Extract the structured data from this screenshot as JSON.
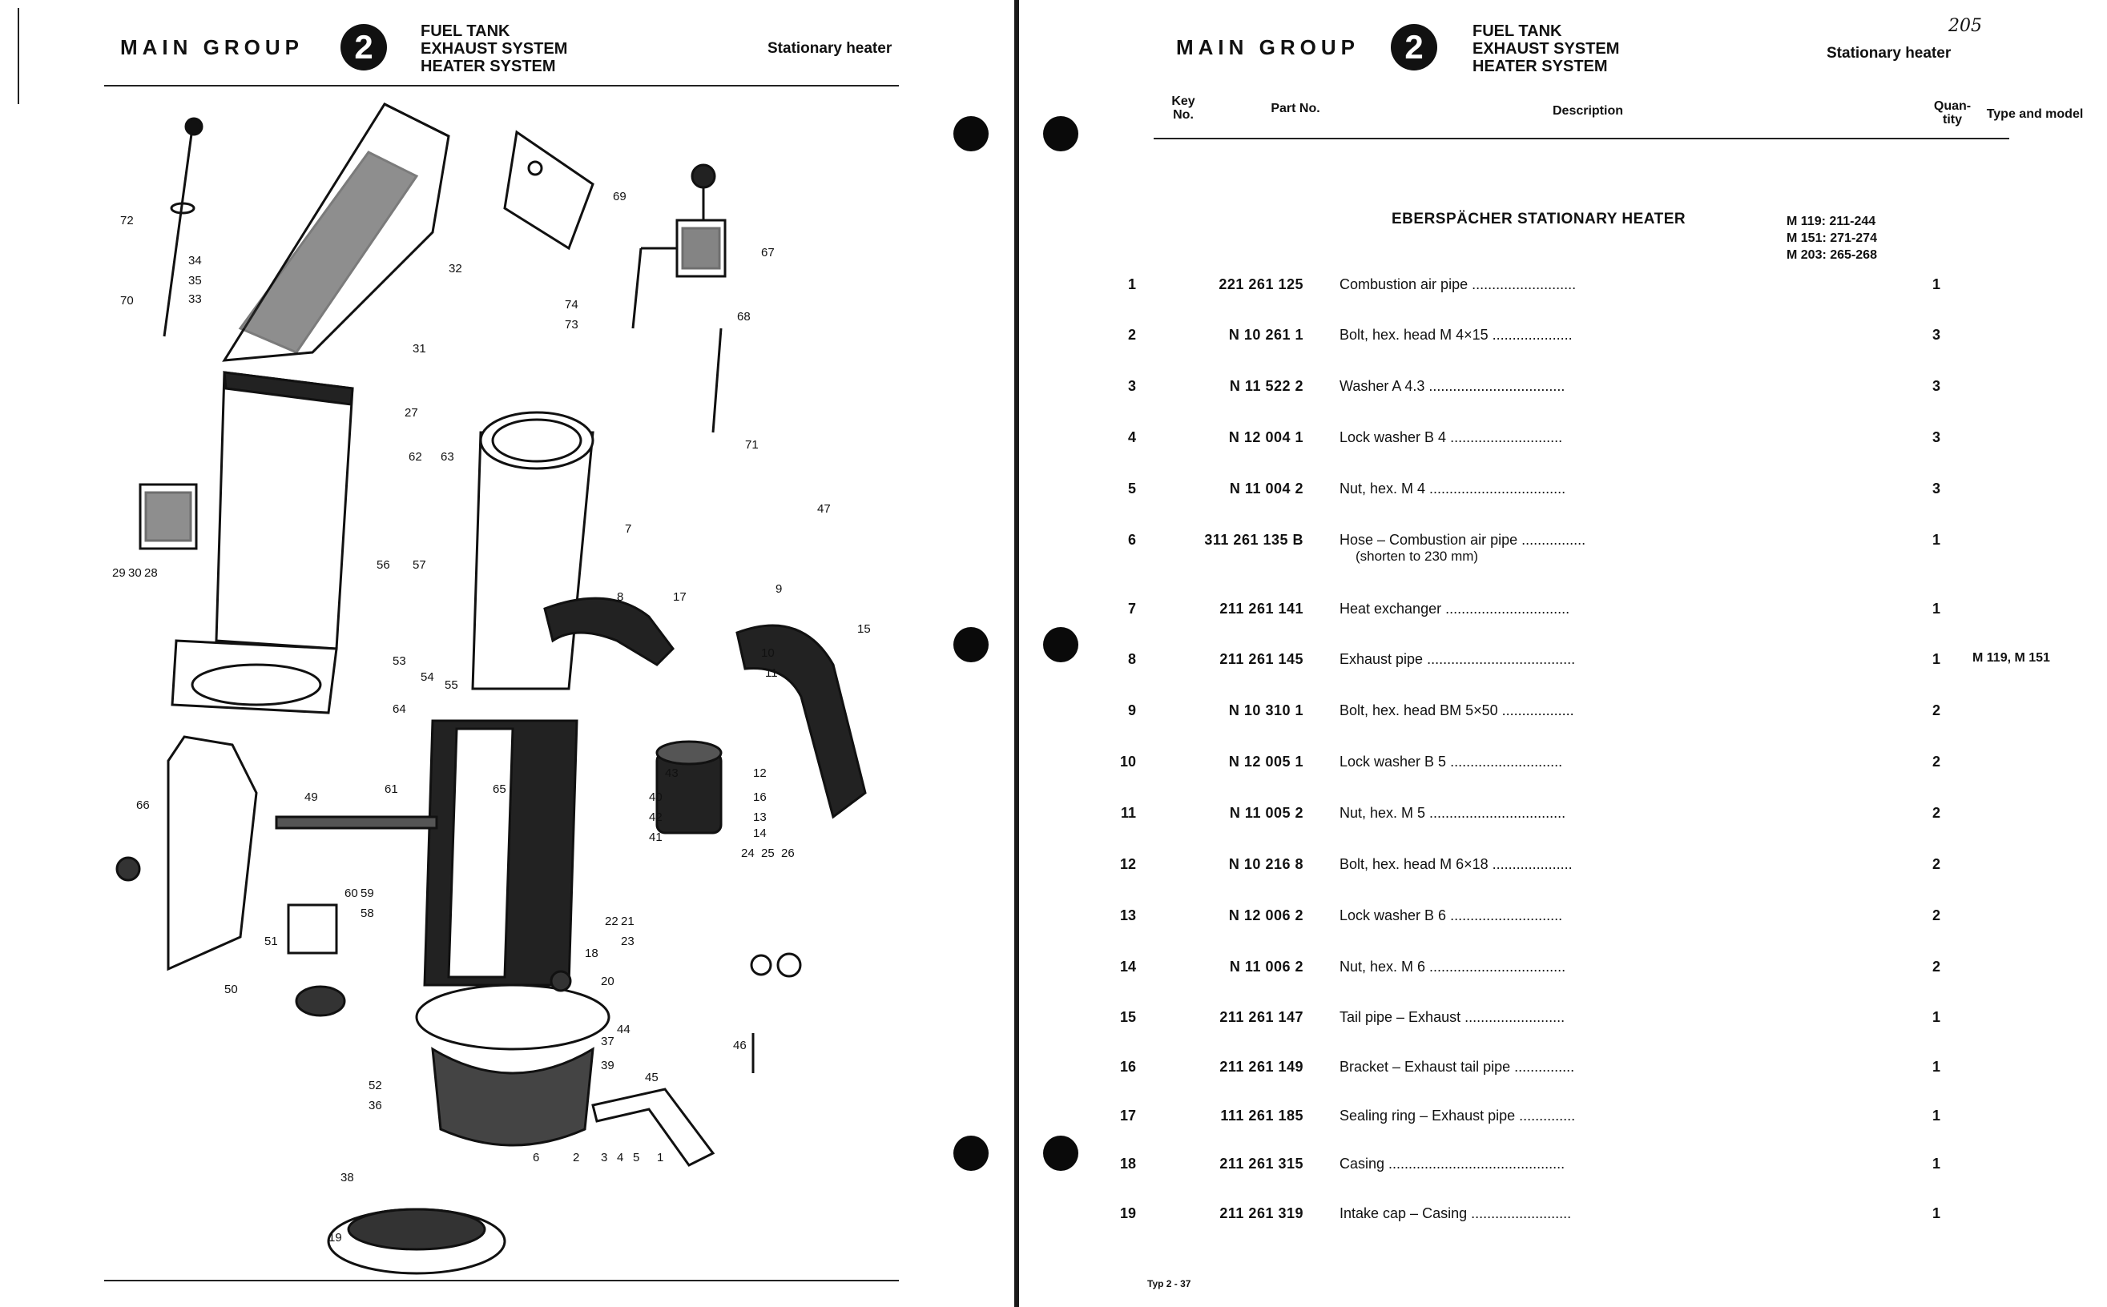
{
  "left_page": {
    "header": {
      "main_group": "MAIN GROUP",
      "group_number": "2",
      "systems": [
        "FUEL TANK",
        "EXHAUST SYSTEM",
        "HEATER SYSTEM"
      ],
      "subtitle": "Stationary heater"
    },
    "diagram_callouts": [
      "72",
      "70",
      "34",
      "35",
      "33",
      "32",
      "31",
      "27",
      "69",
      "67",
      "68",
      "73",
      "74",
      "71",
      "62",
      "63",
      "7",
      "47",
      "29",
      "30",
      "28",
      "56",
      "57",
      "8",
      "17",
      "9",
      "15",
      "53",
      "54",
      "55",
      "64",
      "65",
      "11",
      "10",
      "12",
      "16",
      "13",
      "14",
      "66",
      "49",
      "61",
      "43",
      "40",
      "42",
      "41",
      "24",
      "25",
      "26",
      "60",
      "59",
      "58",
      "22",
      "21",
      "23",
      "18",
      "20",
      "50",
      "51",
      "52",
      "44",
      "45",
      "46",
      "37",
      "39",
      "36",
      "6",
      "2",
      "3",
      "4",
      "5",
      "1",
      "38",
      "19"
    ]
  },
  "right_page": {
    "header": {
      "main_group": "MAIN GROUP",
      "group_number": "2",
      "systems": [
        "FUEL TANK",
        "EXHAUST SYSTEM",
        "HEATER SYSTEM"
      ],
      "subtitle": "Stationary heater",
      "page_handwritten": "205"
    },
    "columns": {
      "key_no": [
        "Key",
        "No."
      ],
      "part_no": "Part No.",
      "description": "Description",
      "quantity": [
        "Quan-",
        "tity"
      ],
      "type_model": "Type and model"
    },
    "section_title": "EBERSPÄCHER STATIONARY HEATER",
    "section_models": [
      "M 119: 211-244",
      "M 151: 271-274",
      "M 203: 265-268"
    ],
    "rows": [
      {
        "key": "1",
        "part": "221 261 125",
        "desc": "Combustion air pipe ..........................",
        "qty": "1",
        "type": ""
      },
      {
        "key": "2",
        "part": "N 10 261 1",
        "desc": "Bolt, hex. head M 4×15 ....................",
        "qty": "3",
        "type": ""
      },
      {
        "key": "3",
        "part": "N 11 522 2",
        "desc": "Washer A 4.3 ..................................",
        "qty": "3",
        "type": ""
      },
      {
        "key": "4",
        "part": "N 12 004 1",
        "desc": "Lock washer B 4 ............................",
        "qty": "3",
        "type": ""
      },
      {
        "key": "5",
        "part": "N 11 004 2",
        "desc": "Nut, hex. M 4 ..................................",
        "qty": "3",
        "type": ""
      },
      {
        "key": "6",
        "part": "311 261 135 B",
        "desc": "Hose – Combustion air pipe ................",
        "desc2": "(shorten to 230 mm)",
        "qty": "1",
        "type": ""
      },
      {
        "key": "7",
        "part": "211 261 141",
        "desc": "Heat exchanger ...............................",
        "qty": "1",
        "type": ""
      },
      {
        "key": "8",
        "part": "211 261 145",
        "desc": "Exhaust pipe .....................................",
        "qty": "1",
        "type": "M 119, M 151"
      },
      {
        "key": "9",
        "part": "N 10 310 1",
        "desc": "Bolt, hex. head BM 5×50 ..................",
        "qty": "2",
        "type": ""
      },
      {
        "key": "10",
        "part": "N 12 005 1",
        "desc": "Lock washer B 5 ............................",
        "qty": "2",
        "type": ""
      },
      {
        "key": "11",
        "part": "N 11 005 2",
        "desc": "Nut, hex. M 5 ..................................",
        "qty": "2",
        "type": ""
      },
      {
        "key": "12",
        "part": "N 10 216 8",
        "desc": "Bolt, hex. head M 6×18 ....................",
        "qty": "2",
        "type": ""
      },
      {
        "key": "13",
        "part": "N 12 006 2",
        "desc": "Lock washer B 6 ............................",
        "qty": "2",
        "type": ""
      },
      {
        "key": "14",
        "part": "N 11 006 2",
        "desc": "Nut, hex. M 6 ..................................",
        "qty": "2",
        "type": ""
      },
      {
        "key": "15",
        "part": "211 261 147",
        "desc": "Tail pipe – Exhaust .........................",
        "qty": "1",
        "type": ""
      },
      {
        "key": "16",
        "part": "211 261 149",
        "desc": "Bracket – Exhaust tail pipe ...............",
        "qty": "1",
        "type": ""
      },
      {
        "key": "17",
        "part": "111 261 185",
        "desc": "Sealing ring – Exhaust pipe ..............",
        "qty": "1",
        "type": ""
      },
      {
        "key": "18",
        "part": "211 261 315",
        "desc": "Casing ............................................",
        "qty": "1",
        "type": ""
      },
      {
        "key": "19",
        "part": "211 261 319",
        "desc": "Intake cap – Casing .........................",
        "qty": "1",
        "type": ""
      }
    ],
    "footer": "Typ 2 - 37"
  }
}
